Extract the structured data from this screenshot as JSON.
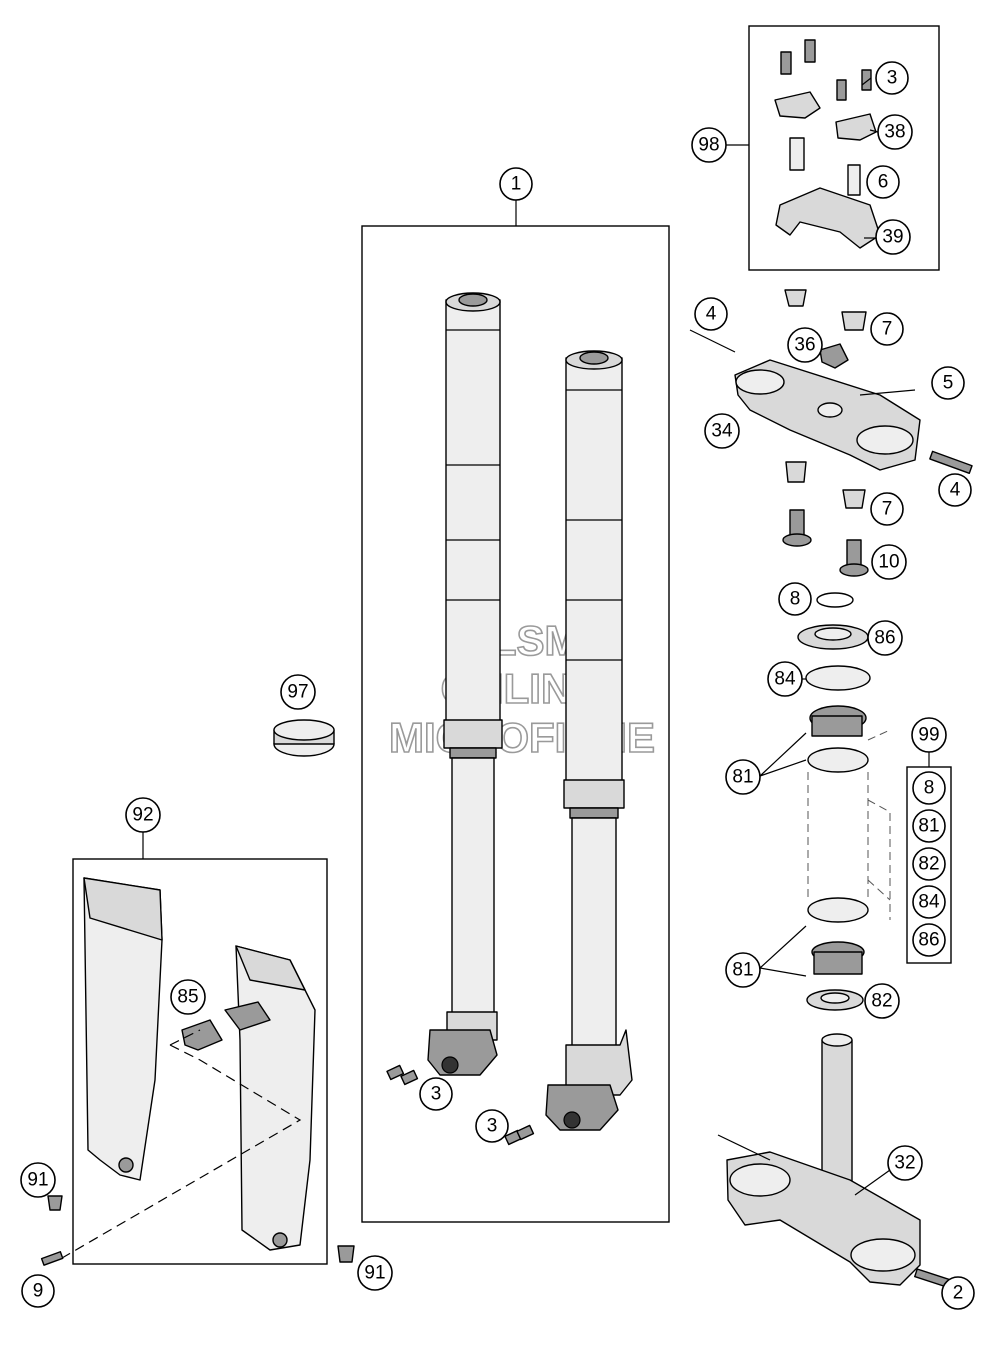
{
  "watermark": {
    "line1": "HLSM",
    "line2": "ONLINE",
    "line3": "MICROFICHE"
  },
  "callouts": {
    "c1": "1",
    "c2": "2",
    "c3a": "3",
    "c3b": "3",
    "c3c": "3",
    "c4a": "4",
    "c4b": "4",
    "c5": "5",
    "c6": "6",
    "c7a": "7",
    "c7b": "7",
    "c8": "8",
    "c9": "9",
    "c10": "10",
    "c32": "32",
    "c34": "34",
    "c36": "36",
    "c38": "38",
    "c39": "39",
    "c81a": "81",
    "c81b": "81",
    "c82": "82",
    "c84": "84",
    "c85": "85",
    "c86": "86",
    "c91a": "91",
    "c91b": "91",
    "c92": "92",
    "c97": "97",
    "c98": "98",
    "c99": "99"
  },
  "kit_99": {
    "items": [
      "8",
      "81",
      "82",
      "84",
      "86"
    ]
  }
}
